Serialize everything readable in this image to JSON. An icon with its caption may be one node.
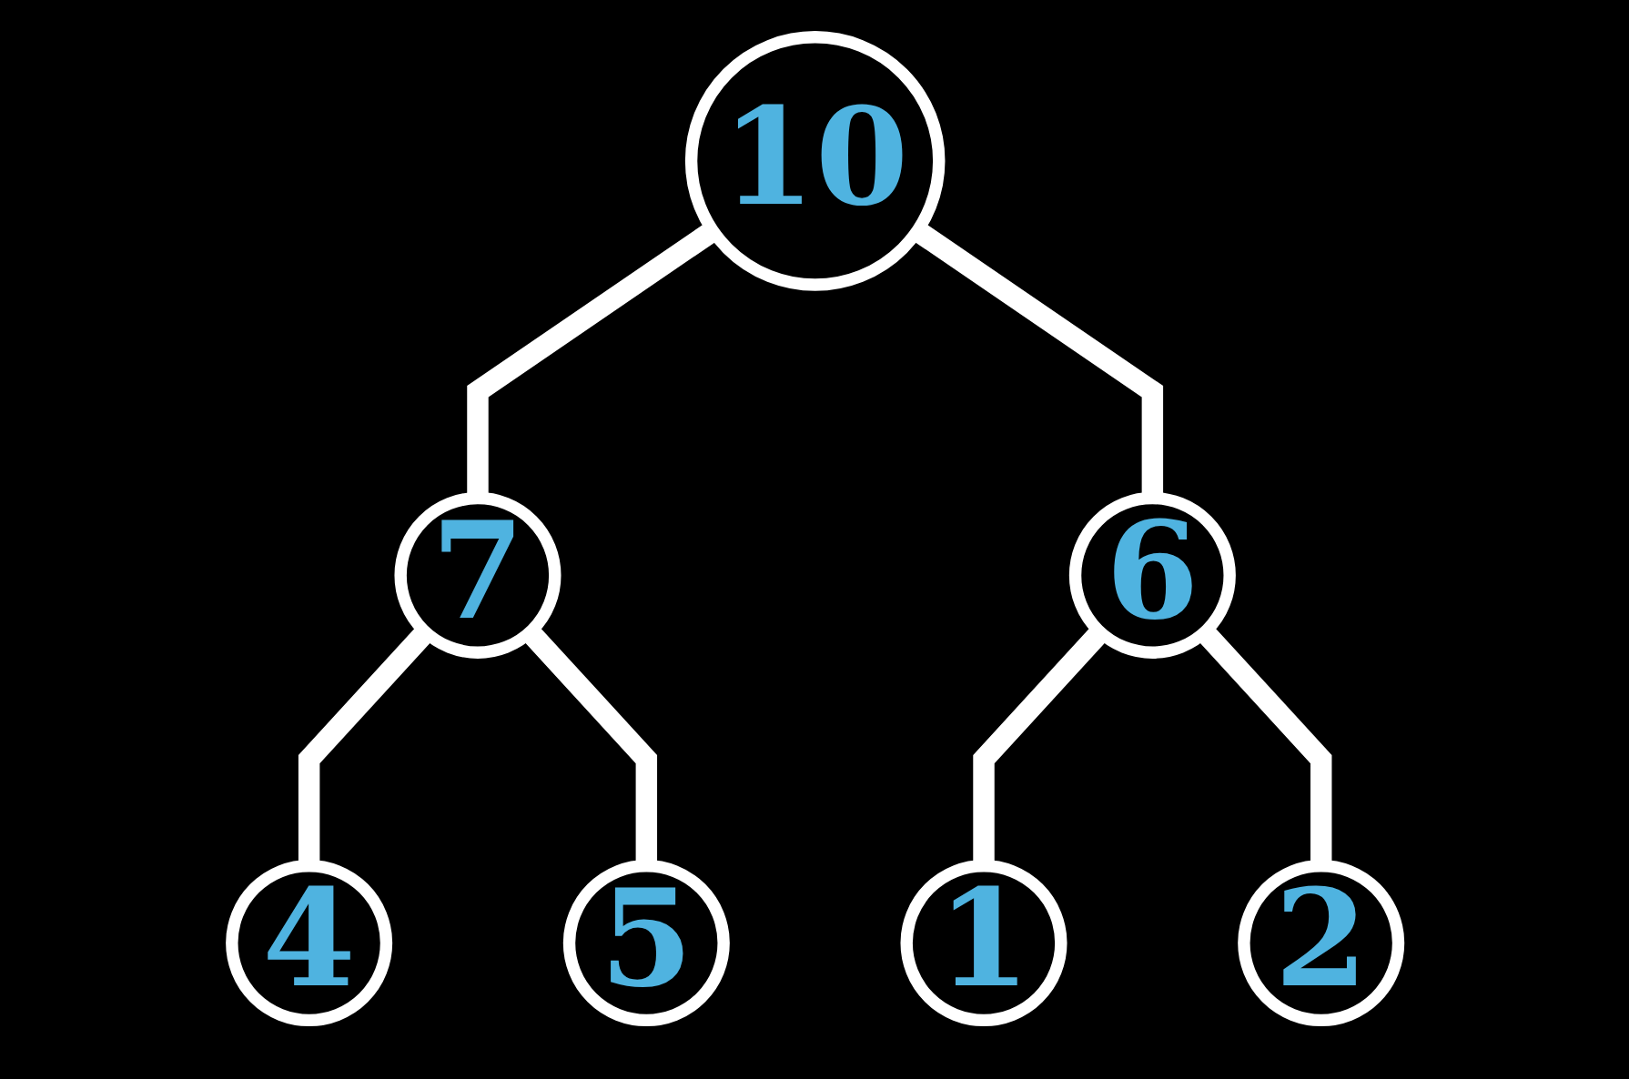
{
  "diagram": {
    "nodes": [
      {
        "text": [
          "10"
        ]
      },
      {
        "text": [
          "7"
        ]
      },
      {
        "text": [
          "6"
        ]
      },
      {
        "text": [
          "4"
        ]
      },
      {
        "text": [
          "5"
        ]
      },
      {
        "text": [
          "1"
        ]
      },
      {
        "text": [
          "2"
        ]
      }
    ],
    "edges": [
      {
        "from": 0,
        "to": 1,
        "arrow": "none"
      },
      {
        "from": 0,
        "to": 2,
        "arrow": "none"
      },
      {
        "from": 1,
        "to": 3,
        "arrow": "none"
      },
      {
        "from": 1,
        "to": 4,
        "arrow": "none"
      },
      {
        "from": 2,
        "to": 5,
        "arrow": "none"
      },
      {
        "from": 2,
        "to": 6,
        "arrow": "none"
      }
    ]
  }
}
